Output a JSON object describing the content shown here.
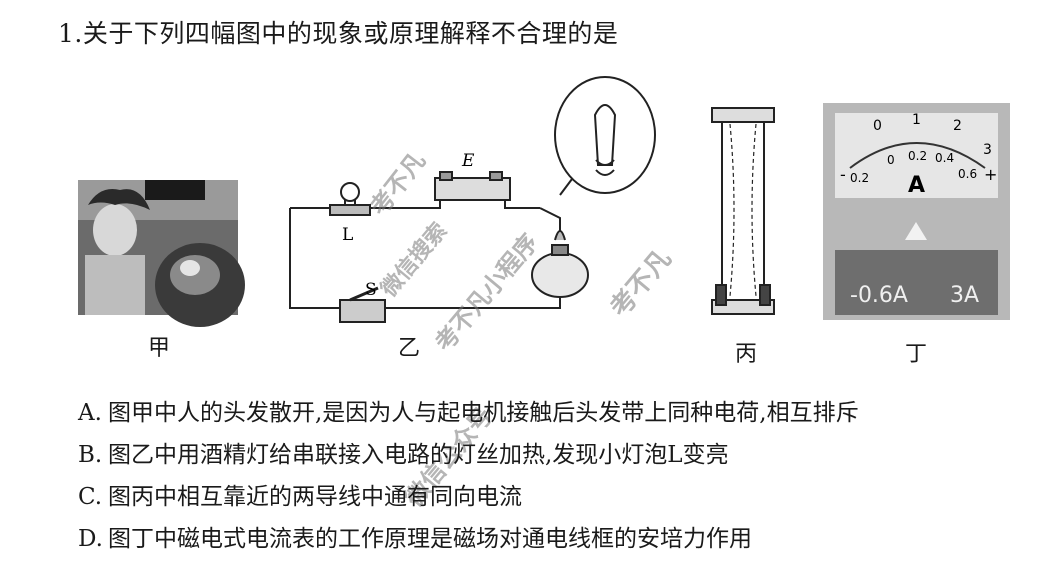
{
  "question": {
    "title": "1.关于下列四幅图中的现象或原理解释不合理的是"
  },
  "figures": {
    "jia_caption": "甲",
    "yi_caption": "乙",
    "bing_caption": "丙",
    "ding_caption": "丁",
    "yi_labels": {
      "lamp": "L",
      "switch": "S",
      "source": "E"
    },
    "ding_labels": {
      "scale_top": [
        "0",
        "1",
        "2",
        "3"
      ],
      "scale_bottom": [
        "0.2",
        "0",
        "0.2",
        "0.4",
        "0.6"
      ],
      "unit": "A",
      "range_low": "-0.6A",
      "range_high": "3A",
      "minus": "-",
      "plus": "+"
    }
  },
  "watermarks": {
    "w1": "考不凡",
    "w2": "微信搜索",
    "w3": "考不凡小程序",
    "w4": "微信公众号",
    "w5": "考不凡"
  },
  "options": [
    {
      "letter": "A.",
      "text": "图甲中人的头发散开,是因为人与起电机接触后头发带上同种电荷,相互排斥"
    },
    {
      "letter": "B.",
      "text": "图乙中用酒精灯给串联接入电路的灯丝加热,发现小灯泡L变亮"
    },
    {
      "letter": "C.",
      "text": "图丙中相互靠近的两导线中通有同向电流"
    },
    {
      "letter": "D.",
      "text": "图丁中磁电式电流表的工作原理是磁场对通电线框的安培力作用"
    }
  ]
}
